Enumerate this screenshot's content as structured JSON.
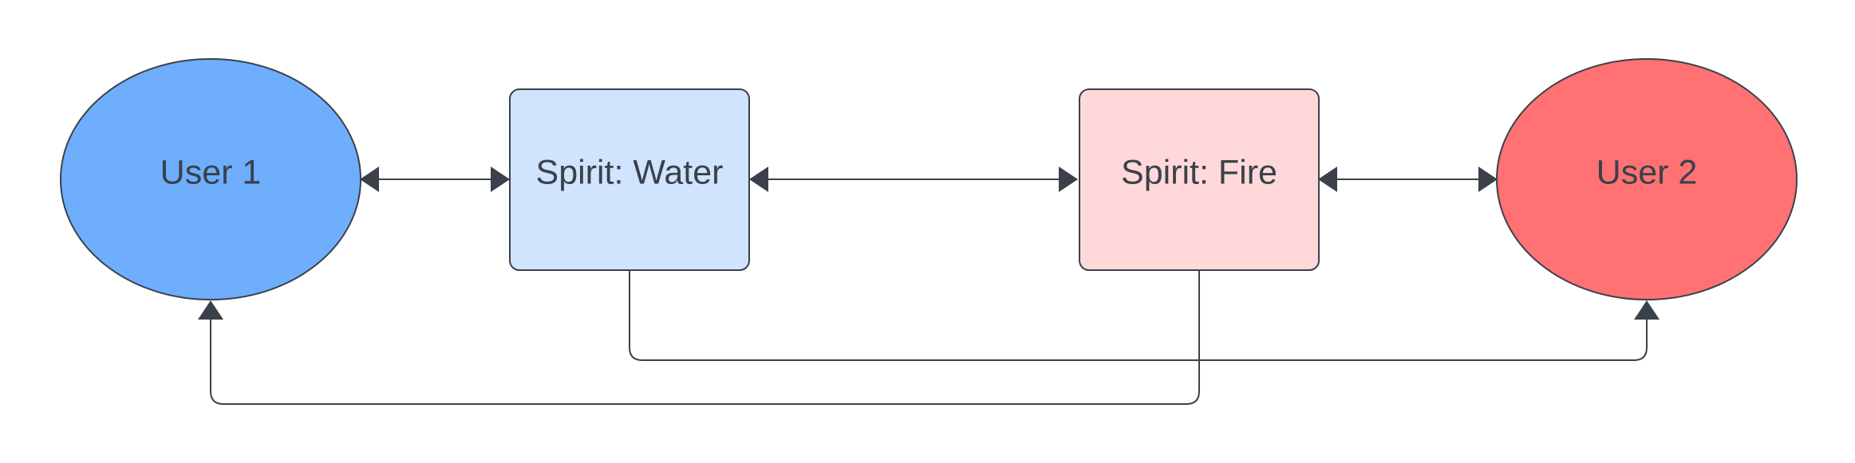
{
  "diagram": {
    "nodes": {
      "user1": {
        "label": "User 1",
        "shape": "ellipse",
        "fill": "#6eaefc"
      },
      "water": {
        "label": "Spirit: Water",
        "shape": "rounded-rect",
        "fill": "#d0e4fe"
      },
      "fire": {
        "label": "Spirit: Fire",
        "shape": "rounded-rect",
        "fill": "#ffd9da"
      },
      "user2": {
        "label": "User 2",
        "shape": "ellipse",
        "fill": "#ff7172"
      }
    },
    "edges": [
      {
        "from": "user1",
        "to": "water",
        "direction": "both"
      },
      {
        "from": "water",
        "to": "fire",
        "direction": "both"
      },
      {
        "from": "fire",
        "to": "user2",
        "direction": "both"
      },
      {
        "from": "water",
        "to": "user2",
        "direction": "forward"
      },
      {
        "from": "fire",
        "to": "user1",
        "direction": "forward"
      }
    ],
    "colors": {
      "stroke": "#3a414b",
      "text": "#3a414b",
      "background": "#ffffff"
    }
  }
}
